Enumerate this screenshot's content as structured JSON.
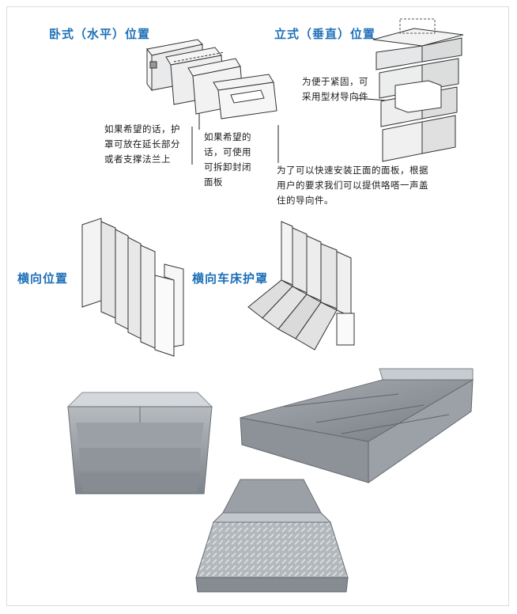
{
  "headings": {
    "horizontal": "卧式（水平）位置",
    "vertical": "立式（垂直）位置",
    "lateral": "横向位置",
    "lathe": "横向车床护罩"
  },
  "notes": {
    "profile_guide": [
      "为便于紧固，可",
      "采用型材导向件"
    ],
    "flange": [
      "如果希望的话，护",
      "罩可放在延长部分",
      "或者支撑法兰上"
    ],
    "removable": [
      "如果希望的",
      "话，可使用",
      "可拆卸封闭",
      "面板"
    ],
    "quick_install": [
      "为了可以快速安装正面的面板，根据",
      "用户的要求我们可以提供咯嗒一声盖",
      "住的导向件。"
    ]
  },
  "colors": {
    "heading": "#1d6fb8",
    "steel_light": "#c9ccd0",
    "steel_mid": "#9fa4aa",
    "steel_dark": "#6f757c"
  }
}
